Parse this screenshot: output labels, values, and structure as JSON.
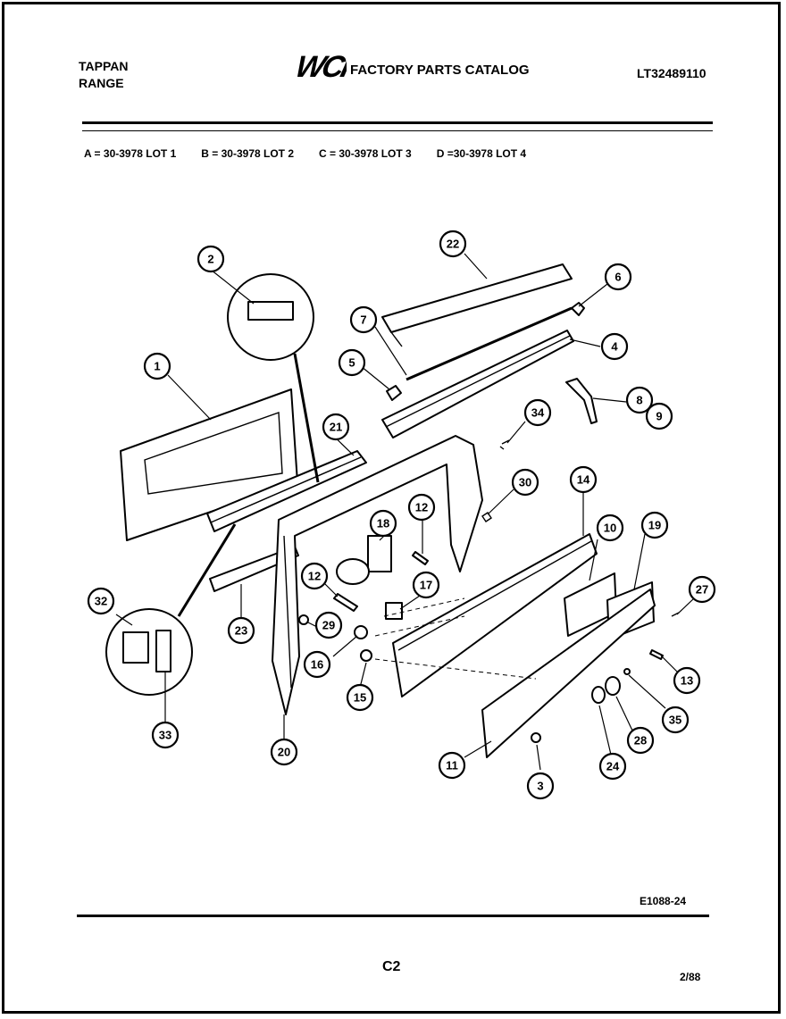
{
  "header": {
    "brand_line1": "TAPPAN",
    "brand_line2": "RANGE",
    "logo_text": "WCI",
    "catalog_title": "FACTORY PARTS CATALOG",
    "model_number": "LT32489110"
  },
  "lots": [
    {
      "text": "A = 30-3978 LOT 1"
    },
    {
      "text": "B = 30-3978 LOT 2"
    },
    {
      "text": "C = 30-3978 LOT 3"
    },
    {
      "text": "D =30-3978 LOT 4"
    }
  ],
  "callouts": [
    "1",
    "2",
    "3",
    "4",
    "5",
    "6",
    "7",
    "8",
    "9",
    "10",
    "11",
    "12",
    "12",
    "13",
    "14",
    "15",
    "16",
    "17",
    "18",
    "19",
    "20",
    "21",
    "22",
    "23",
    "24",
    "27",
    "28",
    "29",
    "30",
    "32",
    "33",
    "34",
    "35"
  ],
  "footer": {
    "figure_code": "E1088-24",
    "page_code": "C2",
    "date_code": "2/88"
  }
}
